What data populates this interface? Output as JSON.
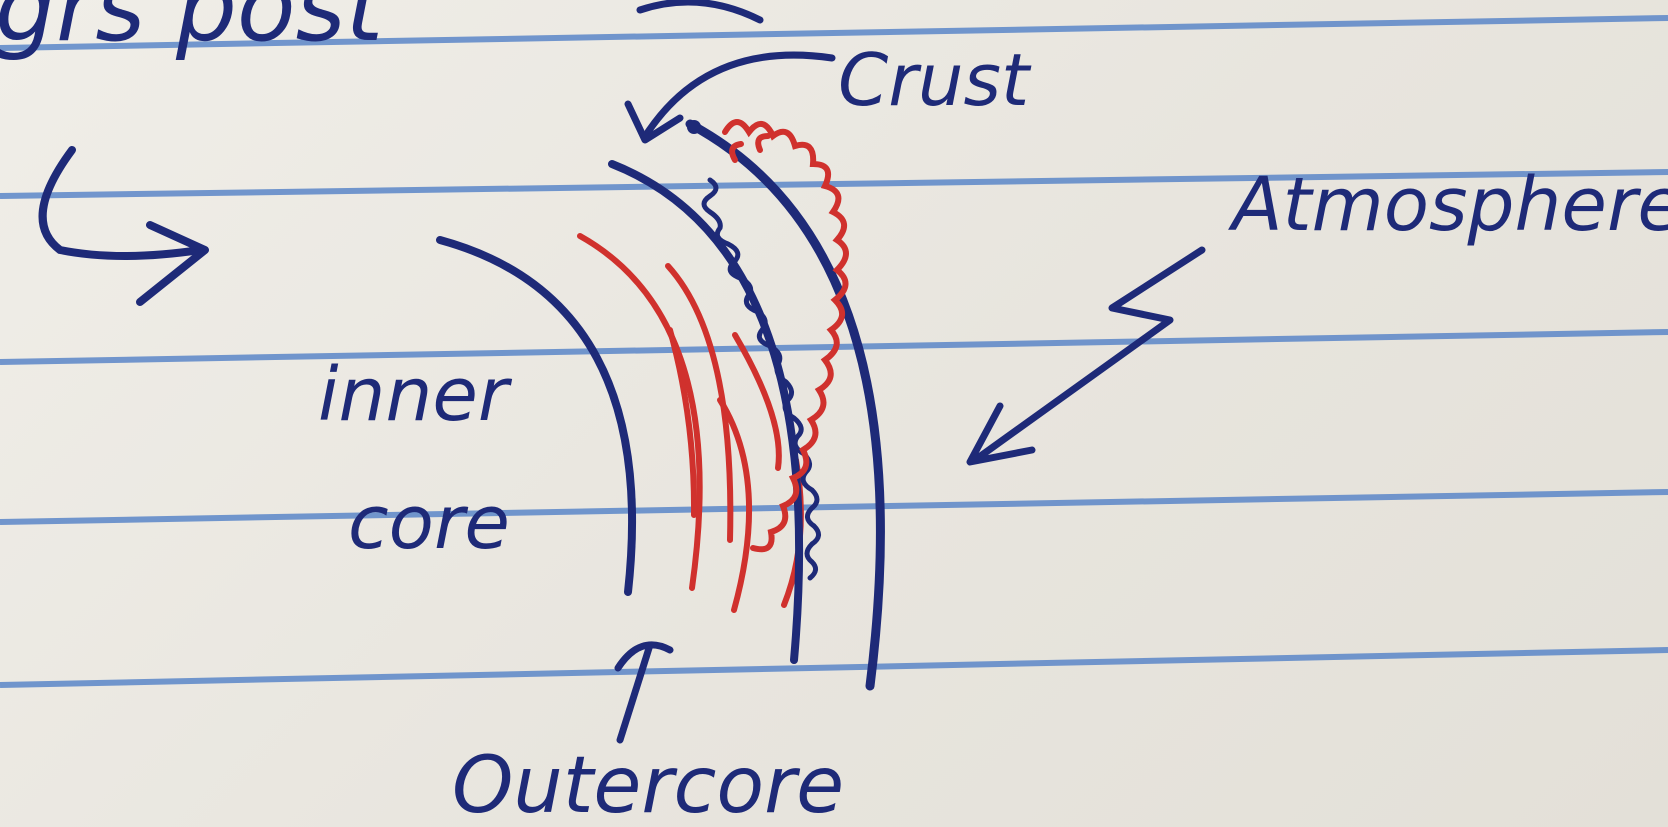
{
  "colors": {
    "paper": "#ece9e2",
    "rule_line": "#5b86c8",
    "ink_blue": "#1e2a78",
    "ink_red": "#d0312d"
  },
  "labels": {
    "top_scrawl": "grs post",
    "crust": "Crust",
    "atmosphere": "Atmosphere",
    "inner_core_line1": "inner",
    "inner_core_line2": "core",
    "outer_core": "Outercore"
  }
}
